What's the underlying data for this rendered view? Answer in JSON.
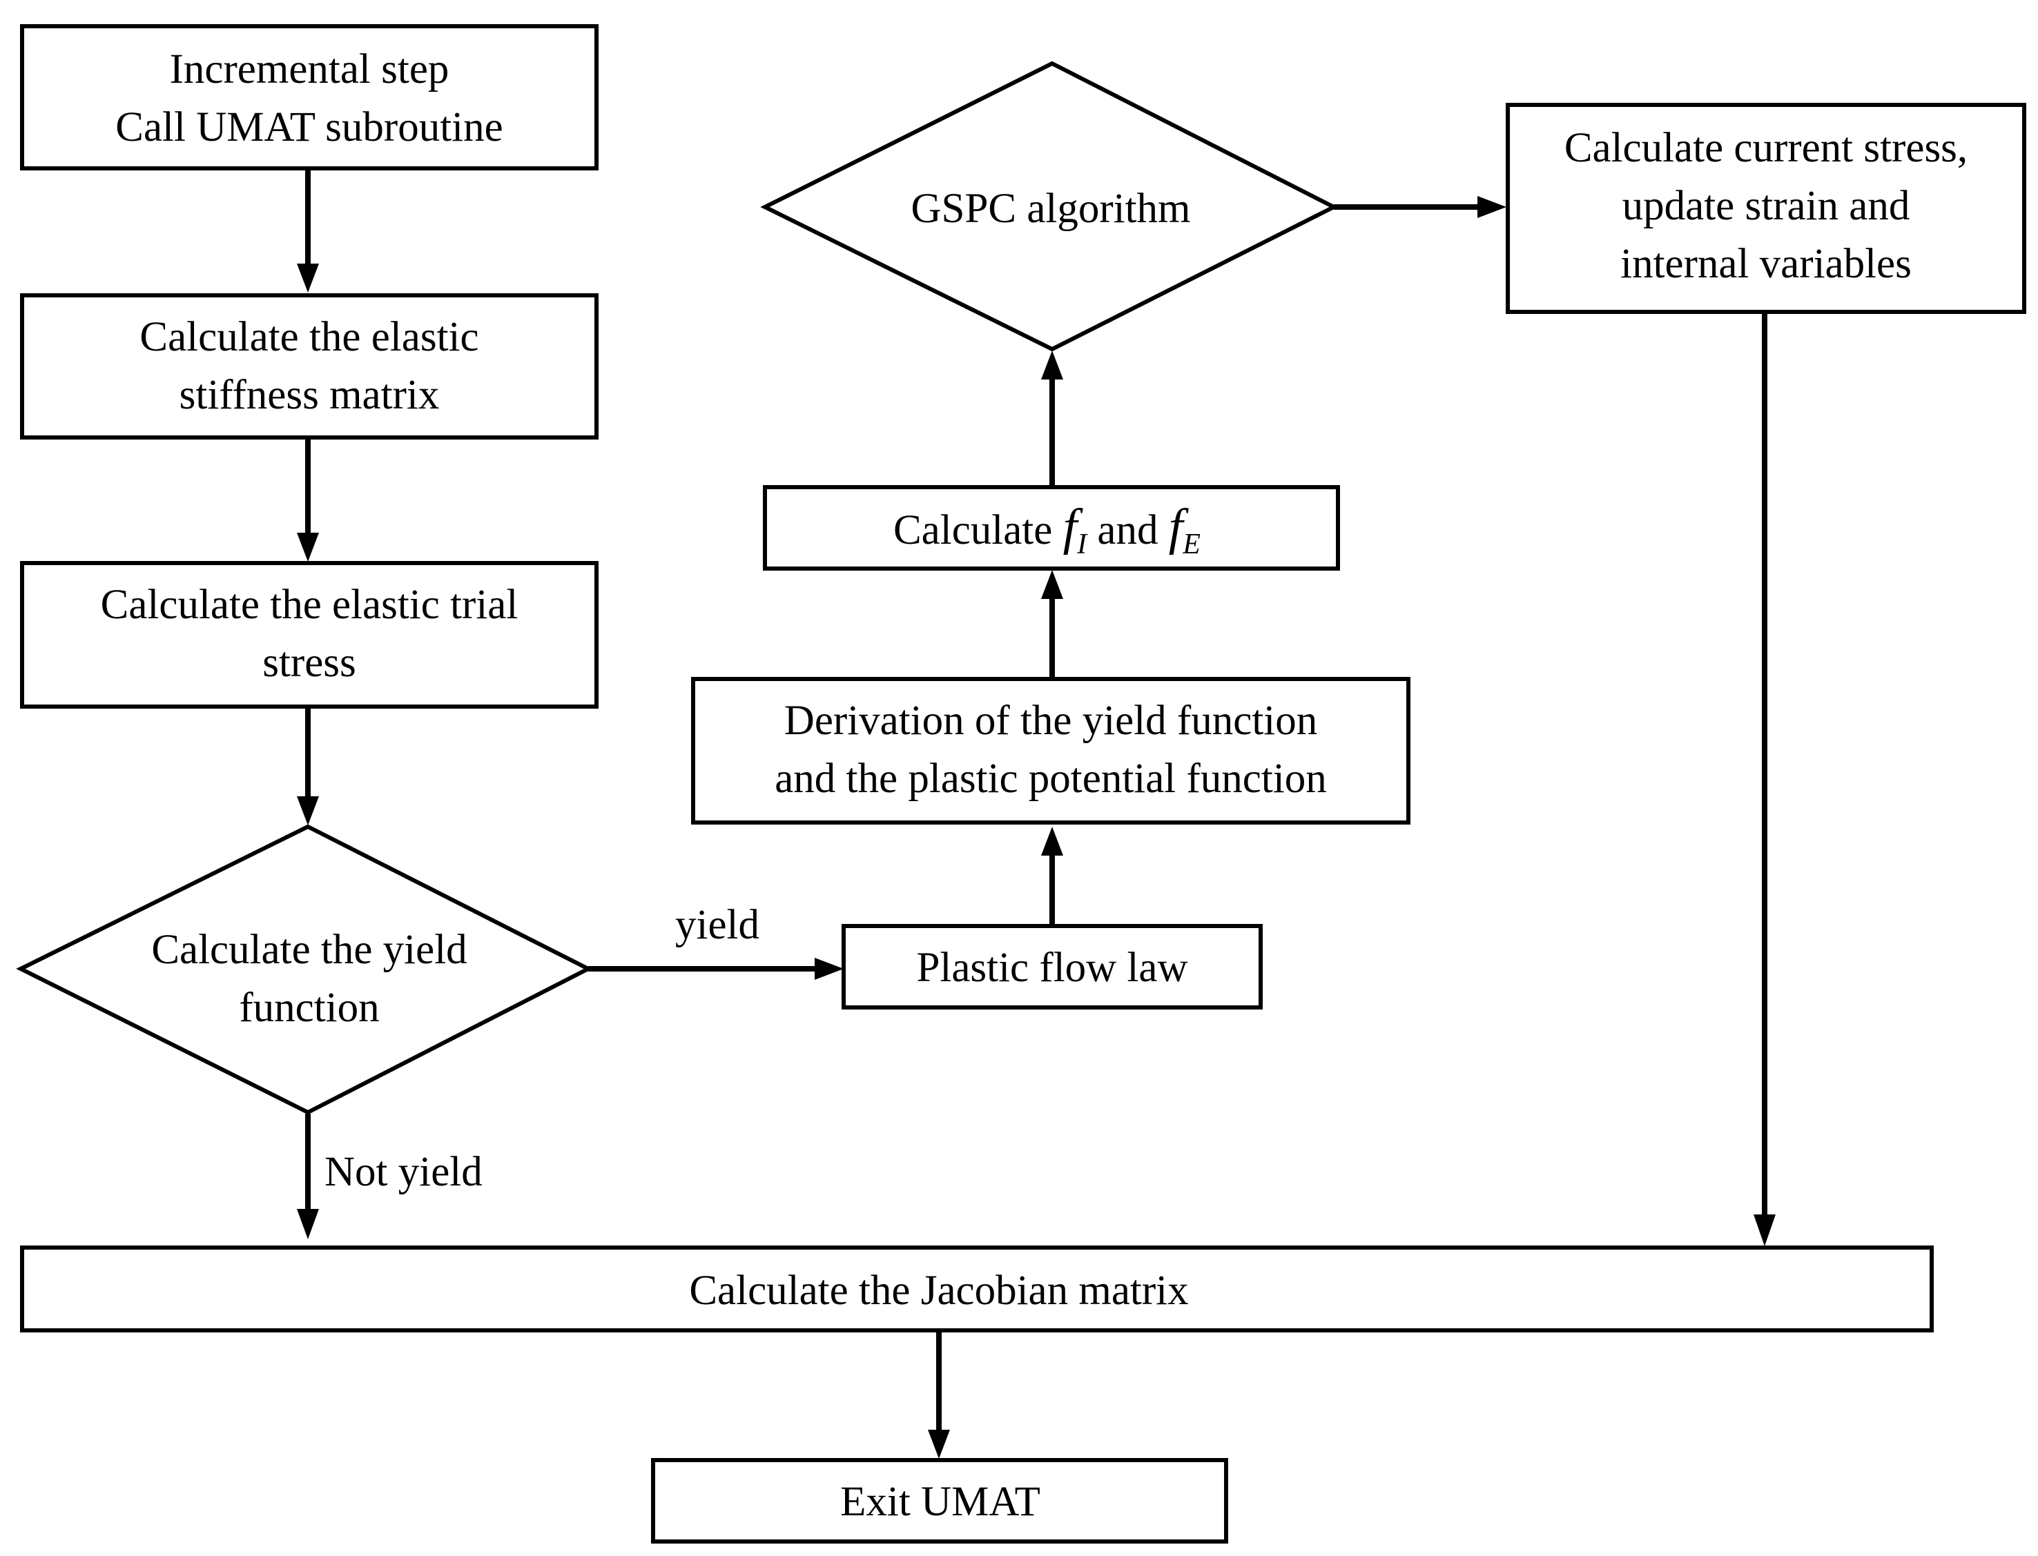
{
  "nodes": {
    "incremental_step": {
      "line1": "Incremental step",
      "line2": "Call UMAT subroutine"
    },
    "elastic_stiffness": {
      "line1": "Calculate the elastic",
      "line2": "stiffness matrix"
    },
    "elastic_trial_stress": {
      "line1": "Calculate the elastic trial",
      "line2": "stress"
    },
    "yield_function_decision": {
      "line1": "Calculate the yield",
      "line2": "function"
    },
    "plastic_flow_law": {
      "text": "Plastic flow law"
    },
    "derivation": {
      "line1": "Derivation of the yield function",
      "line2": "and the plastic potential function"
    },
    "calculate_f": {
      "prefix": "Calculate ",
      "var1": "f",
      "sub1": "I",
      "middle": " and ",
      "var2": "f",
      "sub2": "E"
    },
    "gspc_decision": {
      "text": "GSPC algorithm"
    },
    "current_stress": {
      "line1": "Calculate current stress,",
      "line2": "update strain and",
      "line3": "internal variables"
    },
    "jacobian": {
      "text": "Calculate the Jacobian matrix"
    },
    "exit_umat": {
      "text": "Exit UMAT"
    }
  },
  "edges": {
    "yield_label": "yield",
    "not_yield_label": "Not yield"
  },
  "colors": {
    "stroke": "#000000",
    "background": "#ffffff",
    "text": "#000000"
  }
}
